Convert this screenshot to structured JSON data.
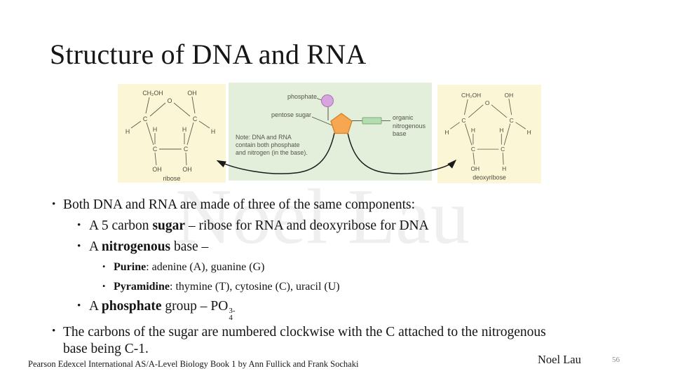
{
  "slide": {
    "title": "Structure of DNA and RNA",
    "watermark": "Noel Lau",
    "footer": {
      "citation": "Pearson Edexcel International AS/A-Level Biology Book 1 by Ann Fullick and Frank Sochaki",
      "author": "Noel Lau",
      "page_number": "56"
    }
  },
  "diagram": {
    "ribose": {
      "caption": "ribose",
      "atoms": {
        "ch2oh": "CH₂OH",
        "top_oh": "OH",
        "ring_o": "O",
        "c": "C",
        "h": "H",
        "bottom_left": "OH",
        "bottom_right": "OH"
      }
    },
    "deoxyribose": {
      "caption": "deoxyribose",
      "atoms": {
        "ch2oh": "CH₂OH",
        "top_oh": "OH",
        "ring_o": "O",
        "c": "C",
        "h": "H",
        "bottom_left": "OH",
        "bottom_right": "H"
      }
    },
    "center": {
      "label_phosphate": "phosphate",
      "label_pentose_sugar": "pentose sugar",
      "base_label_lines": [
        "organic",
        "nitrogenous",
        "base"
      ],
      "note_lines": [
        "Note: DNA and RNA",
        "contain both phosphate",
        "and nitrogen (in the base)."
      ]
    },
    "colors": {
      "sugar_panel_bg": "#fbf7d6",
      "center_panel_bg": "#e3efdb",
      "phosphate_fill": "#d7a5de",
      "phosphate_stroke": "#a671b8",
      "pentagon_fill": "#f6a750",
      "pentagon_stroke": "#d0812a",
      "base_fill": "#b3ddb1",
      "base_stroke": "#77ad75",
      "bond_stroke": "#5b5a4c",
      "arrow_stroke": "#1a1a1a"
    }
  },
  "bullets": {
    "marker": "•",
    "items": [
      {
        "level": 1,
        "runs": [
          {
            "b": false,
            "t": "Both DNA and RNA are made of three of the same components:"
          }
        ]
      },
      {
        "level": 2,
        "runs": [
          {
            "b": false,
            "t": "A 5 carbon "
          },
          {
            "b": true,
            "t": "sugar"
          },
          {
            "b": false,
            "t": " – ribose for RNA and deoxyribose for DNA"
          }
        ]
      },
      {
        "level": 2,
        "runs": [
          {
            "b": false,
            "t": "A "
          },
          {
            "b": true,
            "t": "nitrogenous"
          },
          {
            "b": false,
            "t": " base –"
          }
        ]
      },
      {
        "level": 3,
        "runs": [
          {
            "b": true,
            "t": "Purine"
          },
          {
            "b": false,
            "t": ": adenine (A), guanine (G)"
          }
        ]
      },
      {
        "level": 3,
        "runs": [
          {
            "b": true,
            "t": "Pyramidine"
          },
          {
            "b": false,
            "t": ": thymine (T), cytosine (C), uracil (U)"
          }
        ]
      },
      {
        "level": 2,
        "runs": [
          {
            "b": false,
            "t": "A "
          },
          {
            "b": true,
            "t": "phosphate"
          },
          {
            "b": false,
            "t": " group – PO"
          }
        ],
        "sub": "4",
        "sup": "3-"
      },
      {
        "level": 1,
        "runs": [
          {
            "b": false,
            "t": "The carbons of the sugar are numbered clockwise with the C attached to the nitrogenous base being C-1."
          }
        ]
      }
    ]
  }
}
